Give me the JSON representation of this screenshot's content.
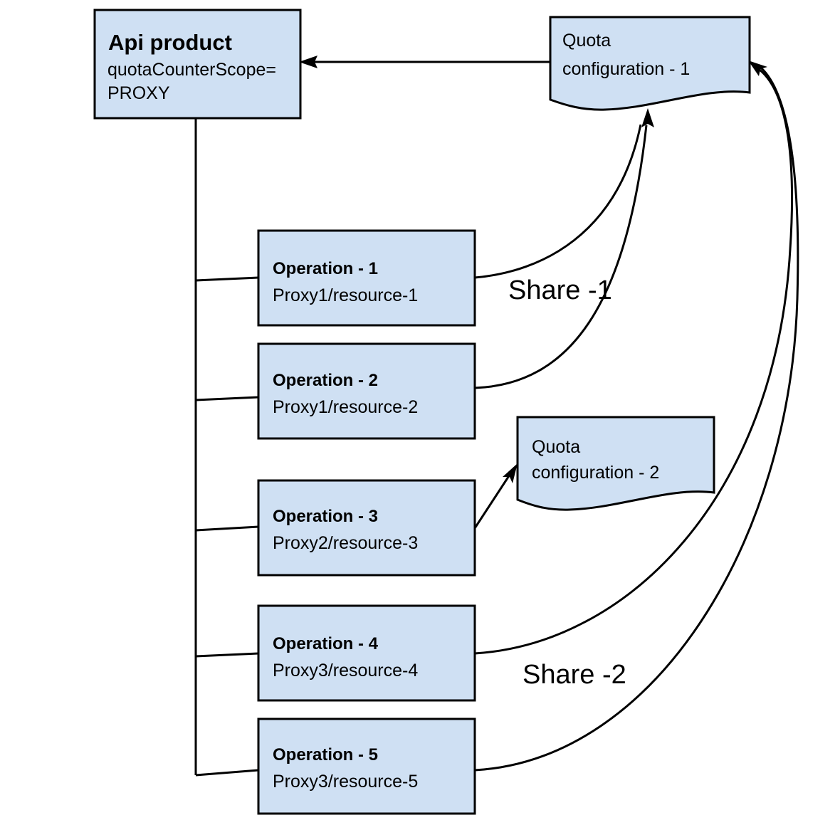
{
  "diagram": {
    "background": "#ffffff",
    "shape_fill": "#cfe0f3",
    "stroke": "#000000",
    "api_product": {
      "title": "Api product",
      "line1": "quotaCounterScope=",
      "line2": "PROXY"
    },
    "quota_1": {
      "line1": "Quota",
      "line2": "configuration - 1"
    },
    "quota_2": {
      "line1": "Quota",
      "line2": "configuration - 2"
    },
    "operations": [
      {
        "title": "Operation - 1",
        "path": "Proxy1/resource-1"
      },
      {
        "title": "Operation - 2",
        "path": "Proxy1/resource-2"
      },
      {
        "title": "Operation - 3",
        "path": "Proxy2/resource-3"
      },
      {
        "title": "Operation - 4",
        "path": "Proxy3/resource-4"
      },
      {
        "title": "Operation - 5",
        "path": "Proxy3/resource-5"
      }
    ],
    "labels": {
      "share_1": "Share -1",
      "share_2": "Share -2"
    }
  }
}
